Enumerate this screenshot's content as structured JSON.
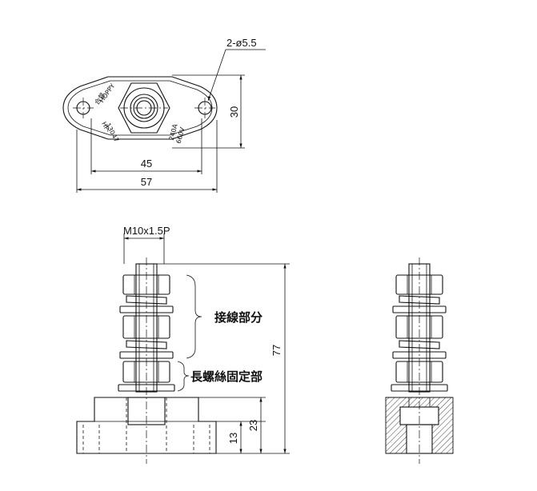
{
  "top_view": {
    "hole_callout": "2-ø5.5",
    "height_dim": "30",
    "hole_pitch_dim": "45",
    "overall_width_dim": "57",
    "mark_brand_cjk": "合督",
    "mark_brand": "HOPPY",
    "mark_model_1": "HP-",
    "mark_model_2": "13047",
    "mark_rating_1": "240A",
    "mark_rating_2": "660V"
  },
  "front_view": {
    "thread_spec": "M10x1.5P",
    "label_connection": "接線部分",
    "label_fixing": "長螺絲固定部",
    "total_height_dim": "77",
    "base_height_dim": "23",
    "flange_height_dim": "13"
  }
}
